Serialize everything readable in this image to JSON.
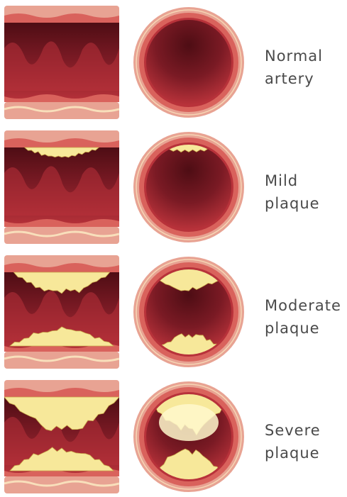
{
  "stages": [
    {
      "id": "normal",
      "line1": "Normal",
      "line2": "artery",
      "top_plaque": 0.0,
      "bottom_plaque": 0.0,
      "lumen_plaque_fraction": 0.0
    },
    {
      "id": "mild",
      "line1": "Mild",
      "line2": "plaque",
      "top_plaque": 0.12,
      "bottom_plaque": 0.0,
      "lumen_plaque_fraction": 0.12
    },
    {
      "id": "moderate",
      "line1": "Moderate",
      "line2": "plaque",
      "top_plaque": 0.28,
      "bottom_plaque": 0.22,
      "lumen_plaque_fraction": 0.45
    },
    {
      "id": "severe",
      "line1": "Severe",
      "line2": "plaque",
      "top_plaque": 0.45,
      "bottom_plaque": 0.3,
      "lumen_plaque_fraction": 0.8
    }
  ],
  "colors": {
    "wall_outer": "#e8a393",
    "wall_mid": "#d9625c",
    "wall_dark": "#b8323a",
    "lumen": "#7a1a24",
    "lumen_deep": "#4e0d14",
    "plaque": "#f7e89a",
    "plaque_light": "#fff8cc",
    "plaque_edge": "#c9a84a"
  }
}
